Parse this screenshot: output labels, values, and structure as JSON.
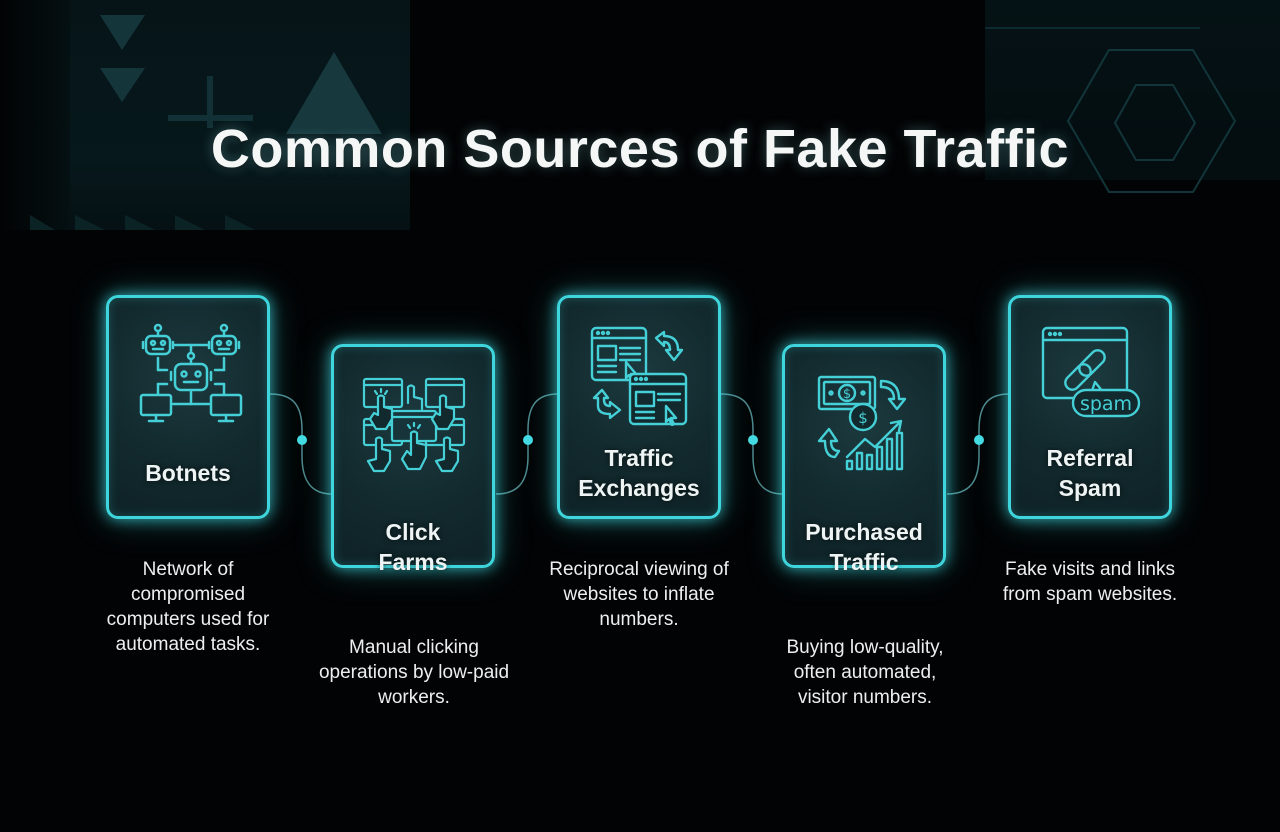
{
  "title": "Common Sources of Fake Traffic",
  "colors": {
    "background": "#020304",
    "accent": "#3fd5dc",
    "card_fill": "#12292d",
    "text": "#eef3f3"
  },
  "sources": [
    {
      "label": "Botnets",
      "icon": "botnet-icon",
      "description": "Network of compromised computers used for automated tasks."
    },
    {
      "label": "Click Farms",
      "icon": "click-farm-icon",
      "description": "Manual clicking operations by low-paid workers."
    },
    {
      "label": "Traffic Exchanges",
      "icon": "traffic-exchange-icon",
      "description": "Reciprocal viewing of websites to inflate numbers."
    },
    {
      "label": "Purchased Traffic",
      "icon": "purchased-traffic-icon",
      "description": "Buying low-quality, often automated, visitor numbers."
    },
    {
      "label": "Referral Spam",
      "icon": "referral-spam-icon",
      "description": "Fake visits and links from spam websites.",
      "icon_text": "spam"
    }
  ]
}
